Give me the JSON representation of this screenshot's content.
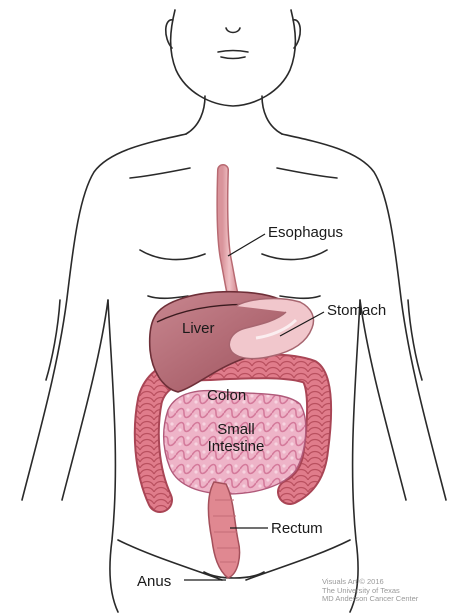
{
  "labels": {
    "esophagus": "Esophagus",
    "stomach": "Stomach",
    "liver": "Liver",
    "colon": "Colon",
    "small_intestine_line1": "Small",
    "small_intestine_line2": "Intestine",
    "rectum": "Rectum",
    "anus": "Anus"
  },
  "credit": {
    "line1": "Visuals Art © 2016",
    "line2": "The University of Texas",
    "line3": "MD Anderson Cancer Center"
  },
  "colors": {
    "outline": "#2a2a2a",
    "esophagus": "#e2a7ad",
    "liver": "#a95c66",
    "liver_light": "#c98790",
    "stomach": "#f1c7cc",
    "colon": "#d9707f",
    "small_intestine": "#e9a7c0",
    "rectum": "#e08891"
  }
}
